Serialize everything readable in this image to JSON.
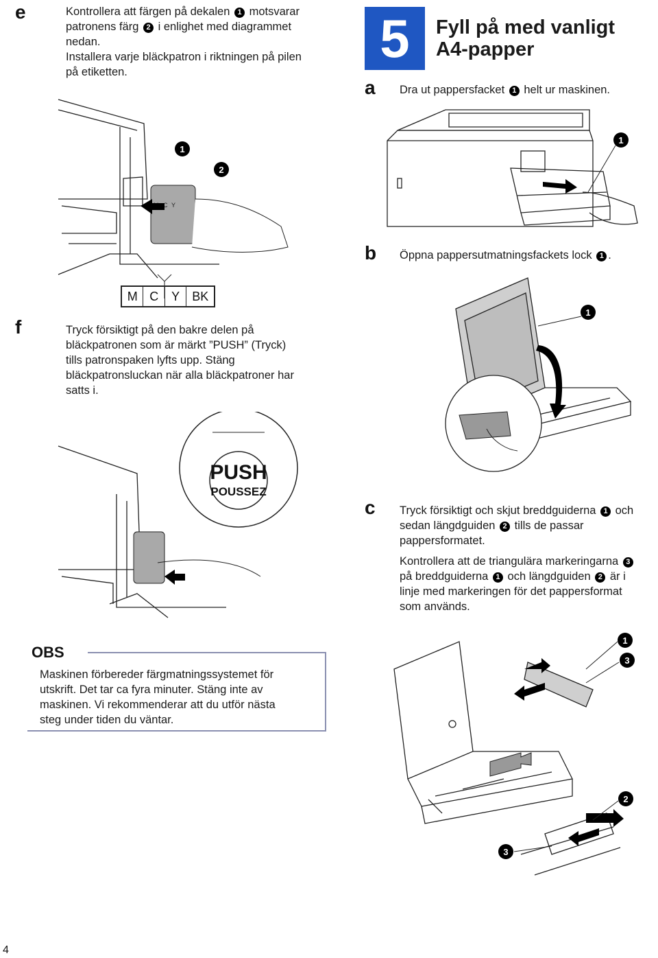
{
  "step_e": {
    "letter": "e",
    "line1_a": "Kontrollera att färgen på dekalen",
    "line1_b": "motsvarar",
    "line2_a": "patronens färg",
    "line2_b": "i enlighet med diagrammet",
    "line3": "nedan.",
    "line4": "Installera varje bläckpatron i riktningen på pilen",
    "line5": "på etiketten."
  },
  "step_f": {
    "letter": "f",
    "lines": [
      "Tryck försiktigt på den bakre delen på",
      "bläckpatronen som är märkt ”PUSH” (Tryck)",
      "tills patronspaken lyfts upp. Stäng",
      "bläckpatronsluckan när alla bläckpatroner har",
      "satts i."
    ]
  },
  "section": {
    "number": "5",
    "title_line1": "Fyll på med vanligt",
    "title_line2": "A4-papper"
  },
  "step_a": {
    "letter": "a",
    "text_a": "Dra ut pappersfacket",
    "text_b": "helt ur maskinen."
  },
  "step_b": {
    "letter": "b",
    "text_a": "Öppna pappersutmatningsfackets lock",
    "text_b": "."
  },
  "step_c": {
    "letter": "c",
    "p1_l1_a": "Tryck försiktigt och skjut breddguiderna",
    "p1_l1_b": "och",
    "p1_l2_a": "sedan längdguiden",
    "p1_l2_b": "tills de passar",
    "p1_l3": "pappersformatet.",
    "p2_l1": "Kontrollera att de triangulära markeringarna",
    "p2_l2_a": "på breddguiderna",
    "p2_l2_b": "och längdguiden",
    "p2_l2_c": "är i",
    "p2_l3": "linje med markeringen för det pappersformat",
    "p2_l4": "som används."
  },
  "callouts": {
    "one": "1",
    "two": "2",
    "three": "3"
  },
  "ink_label": {
    "m": "M",
    "c": "C",
    "y": "Y",
    "bk": "BK"
  },
  "push_label": {
    "push": "PUSH",
    "poussez": "POUSSEZ"
  },
  "obs": {
    "heading": "OBS",
    "lines": [
      "Maskinen förbereder färgmatningssystemet för",
      "utskrift. Det tar ca fyra minuter. Stäng inte av",
      "maskinen. Vi rekommenderar att du utför nästa",
      "steg under tiden du väntar."
    ]
  },
  "page_number": "4",
  "colors": {
    "section_badge": "#1f57c2",
    "obs_rule": "#8a8fb0",
    "cartridge": "#a9a9a9"
  }
}
